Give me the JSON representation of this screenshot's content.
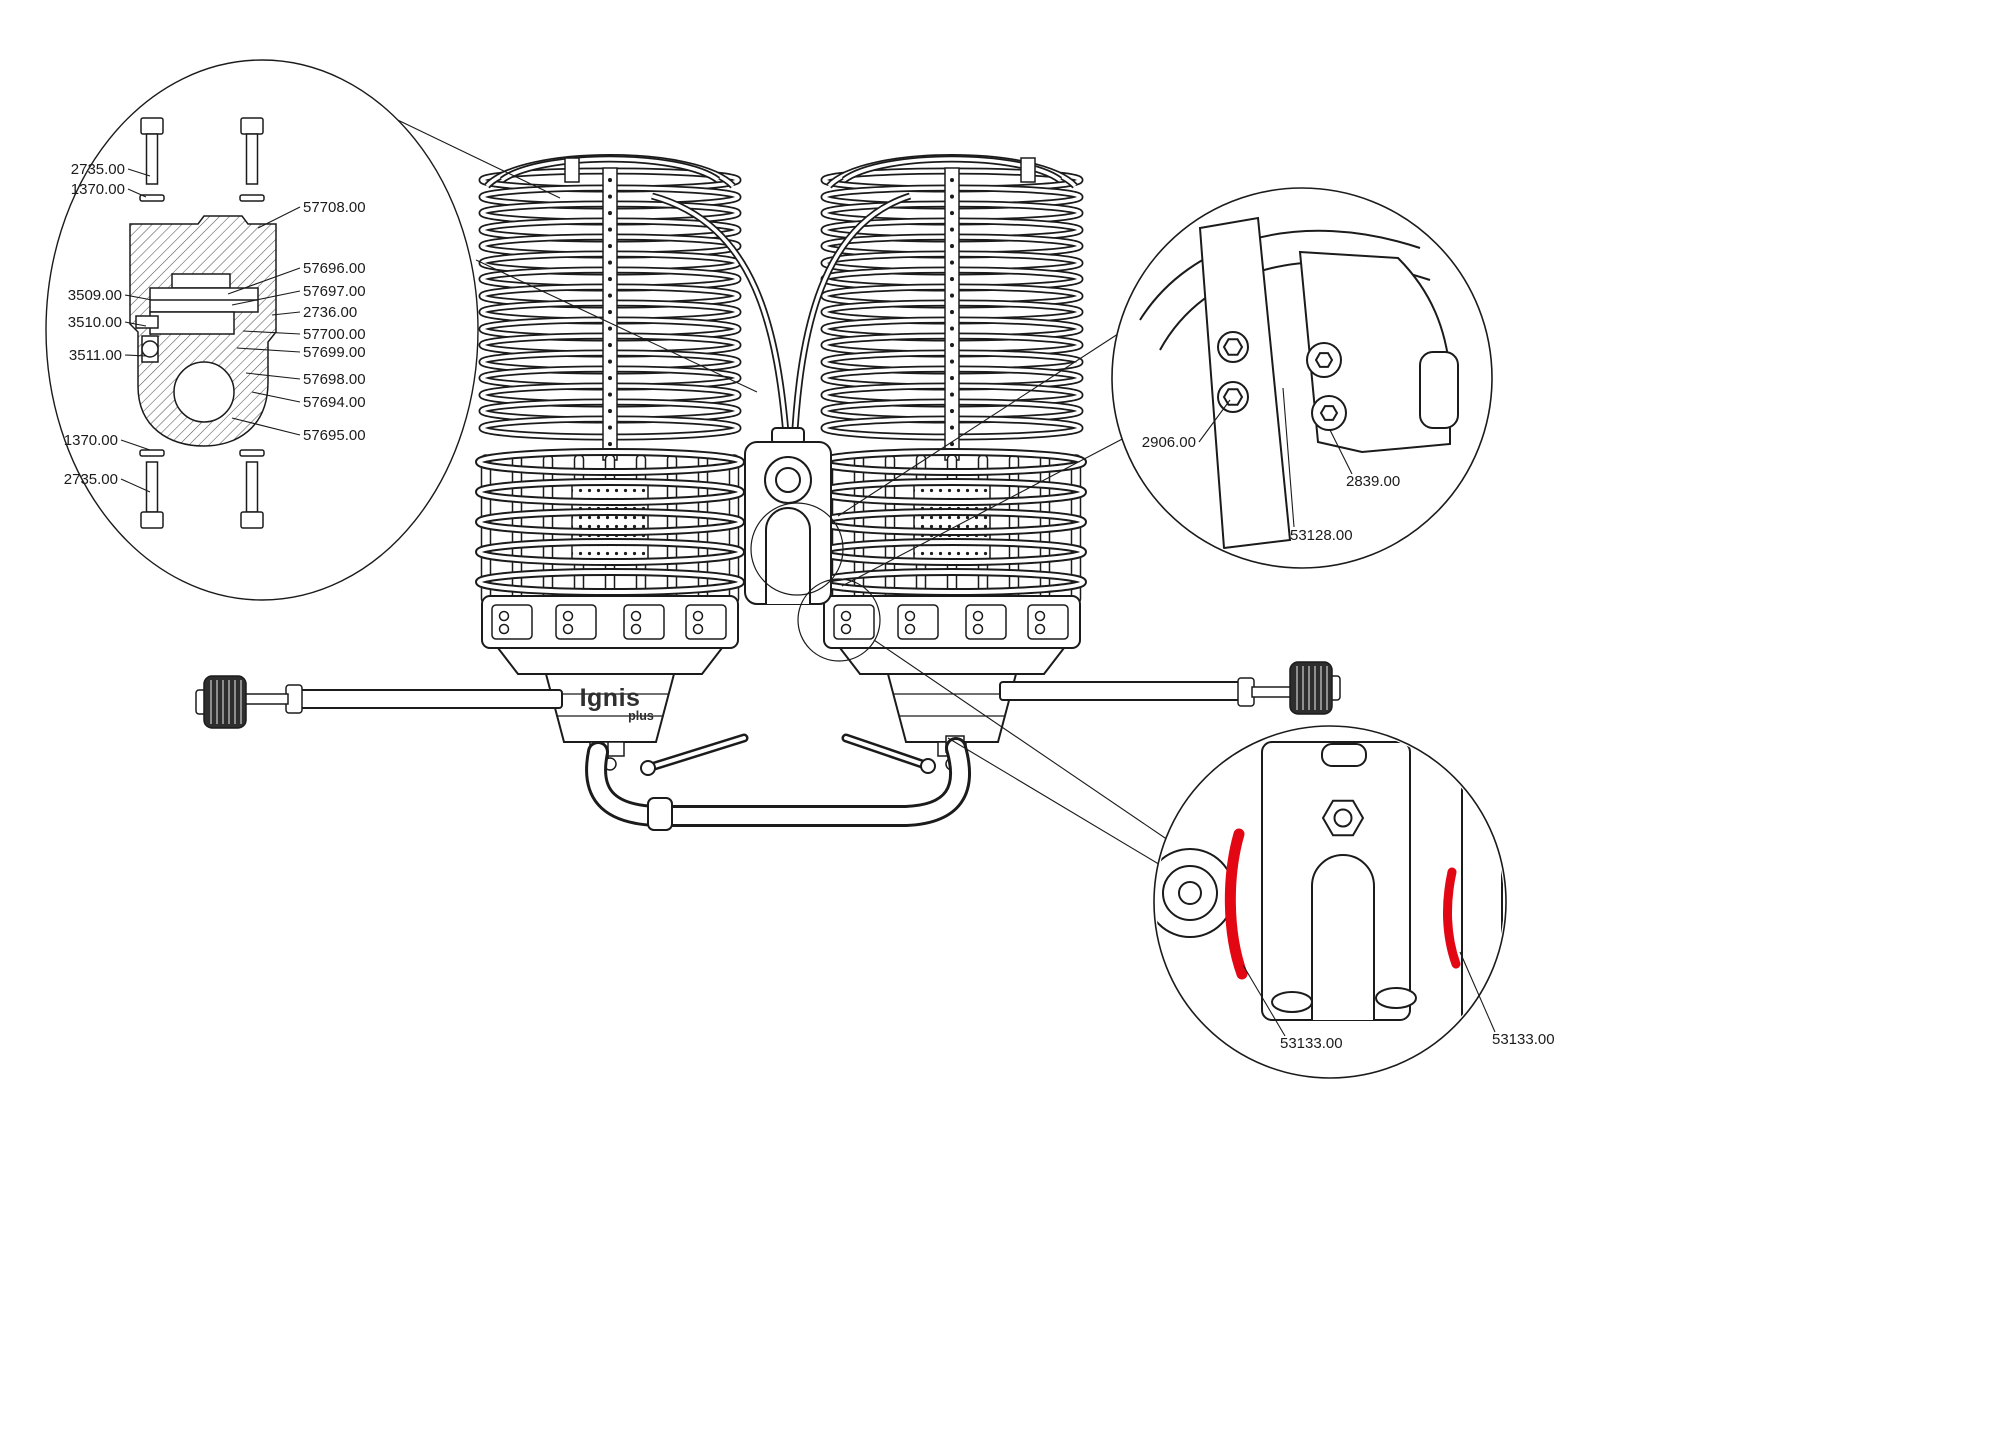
{
  "diagram": {
    "colors": {
      "line": "#1b1b1b",
      "highlight": "#e30613",
      "background": "#ffffff"
    }
  },
  "brand": {
    "name": "Ignis",
    "suffix": "plus"
  },
  "callouts": {
    "valve_section": [
      {
        "part": "2735.00"
      },
      {
        "part": "1370.00"
      },
      {
        "part": "57708.00"
      },
      {
        "part": "57696.00"
      },
      {
        "part": "57697.00"
      },
      {
        "part": "3509.00"
      },
      {
        "part": "2736.00"
      },
      {
        "part": "3510.00"
      },
      {
        "part": "57700.00"
      },
      {
        "part": "57699.00"
      },
      {
        "part": "3511.00"
      },
      {
        "part": "57698.00"
      },
      {
        "part": "57694.00"
      },
      {
        "part": "57695.00"
      },
      {
        "part": "1370.00"
      },
      {
        "part": "2735.00"
      }
    ],
    "bolt_detail": [
      {
        "part": "2906.00"
      },
      {
        "part": "2839.00"
      },
      {
        "part": "53128.00"
      }
    ],
    "seal_detail": [
      {
        "part": "53133.00"
      },
      {
        "part": "53133.00"
      }
    ]
  }
}
